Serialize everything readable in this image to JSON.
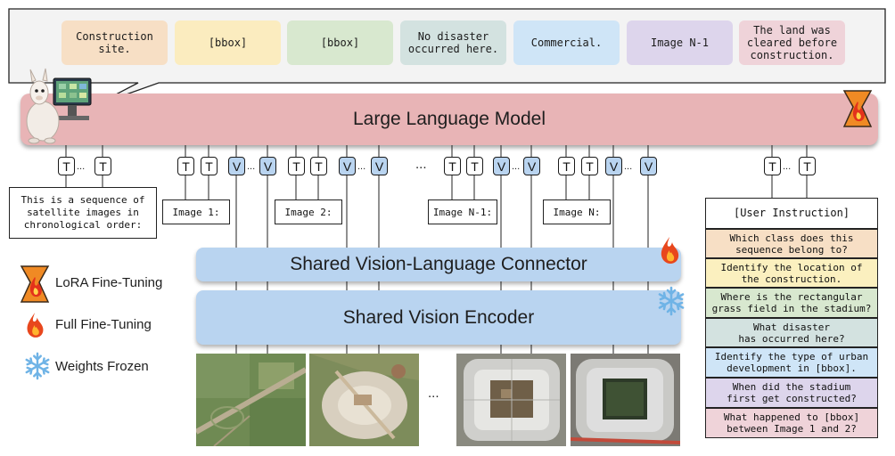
{
  "output_tokens": [
    {
      "text": "Construction\nsite.",
      "color": "#f7dfc5"
    },
    {
      "text": "[bbox]",
      "color": "#fbecbf"
    },
    {
      "text": "[bbox]",
      "color": "#d8e8cf"
    },
    {
      "text": "No disaster\noccurred here.",
      "color": "#d3e2e0"
    },
    {
      "text": "Commercial.",
      "color": "#cfe5f7"
    },
    {
      "text": "Image N-1",
      "color": "#ddd5ec"
    },
    {
      "text": "The land was\ncleared before\nconstruction.",
      "color": "#efd3d9"
    }
  ],
  "llm_label": "Large Language Model",
  "connector_label": "Shared Vision-Language Connector",
  "encoder_label": "Shared Vision Encoder",
  "token_T": "T",
  "token_V": "V",
  "small_ellipsis": "...",
  "big_ellipsis": "...",
  "system_prompt": "This is a sequence of\nsatellite images in\nchronological order:",
  "image_labels": [
    "Image 1:",
    "Image 2:",
    "Image N-1:",
    "Image N:"
  ],
  "legend": {
    "lora": "LoRA Fine-Tuning",
    "full": "Full Fine-Tuning",
    "frozen": "Weights Frozen"
  },
  "user_instruction": {
    "header": "[User Instruction]",
    "items": [
      {
        "text": "Which class does this\nsequence belong to?",
        "color": "#f7dfc5"
      },
      {
        "text": "Identify the location of\nthe construction.",
        "color": "#fbf0bf"
      },
      {
        "text": "Where is the rectangular\ngrass field in the stadium?",
        "color": "#d8e8cf"
      },
      {
        "text": "What disaster\nhas occurred here?",
        "color": "#d3e2e0"
      },
      {
        "text": "Identify the type of urban\ndevelopment in [bbox].",
        "color": "#cfe5f7"
      },
      {
        "text": "When did the stadium\nfirst get constructed?",
        "color": "#ddd5ec"
      },
      {
        "text": "What happened to [bbox]\nbetween Image 1 and 2?",
        "color": "#efd3d9"
      }
    ]
  }
}
